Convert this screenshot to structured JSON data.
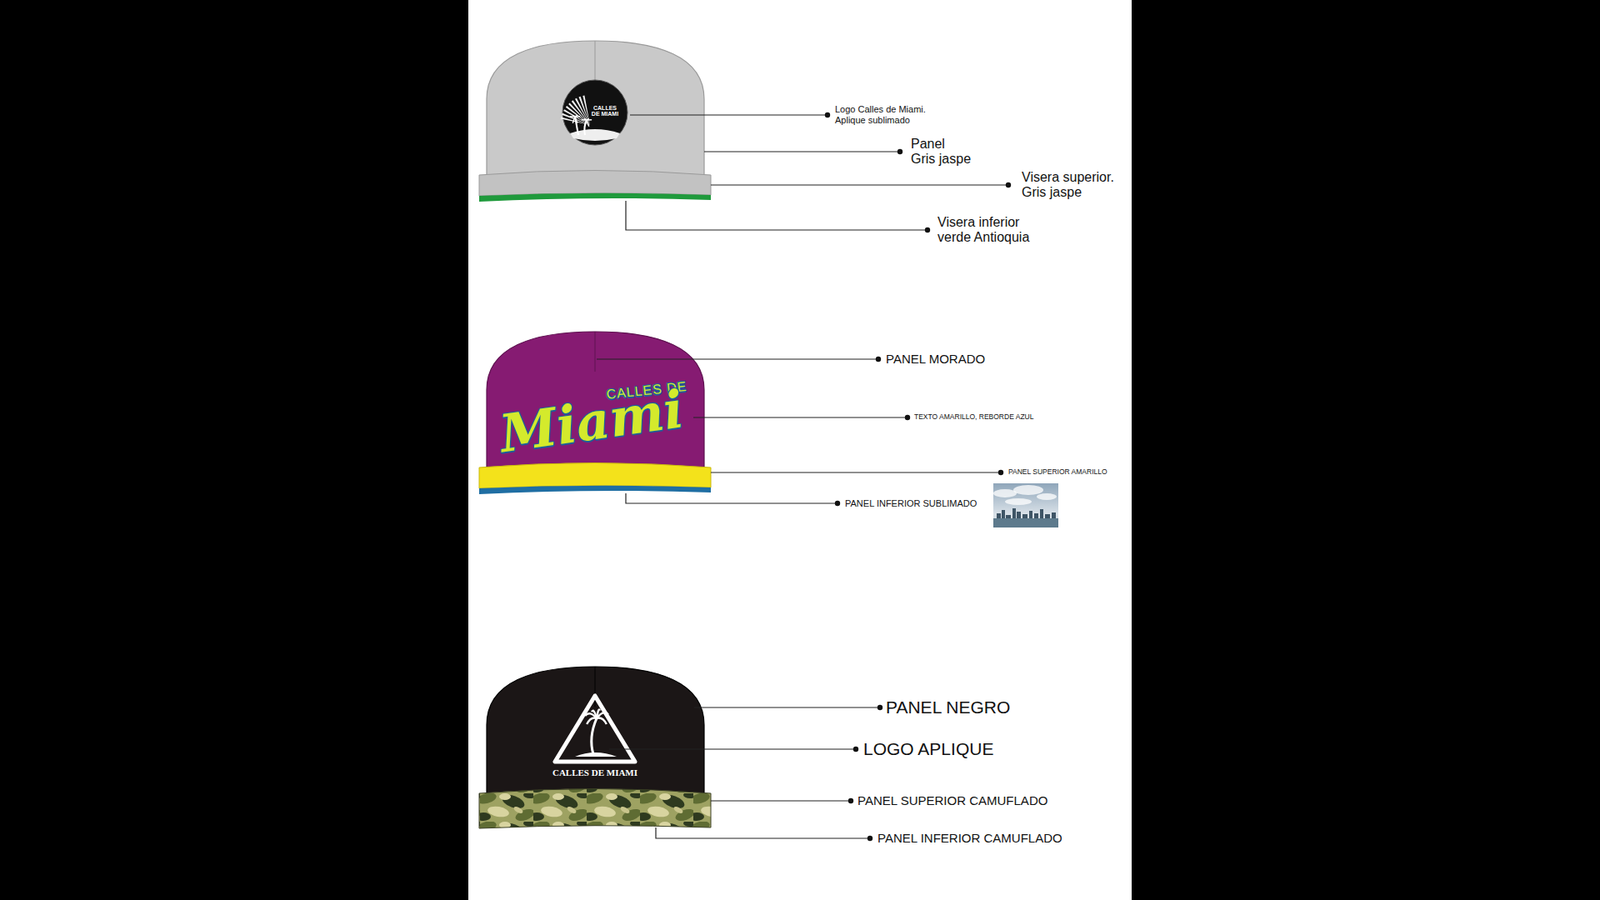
{
  "diagram": {
    "labels": [
      "CALLES DE MIAMI",
      "Logo Calles de Miami. Aplique sublimado",
      "Panel Gris jaspe",
      "Visera superior. Gris jaspe",
      "Visera inferior verde Antioquia",
      "PANEL MORADO",
      "CALLES DE",
      "Miami",
      "TEXTO AMARILLO, REBORDE AZUL",
      "PANEL SUPERIOR AMARILLO",
      "PANEL INFERIOR SUBLIMADO",
      "CALLES DE MIAMI",
      "PANEL NEGRO",
      "LOGO APLIQUE",
      "PANEL SUPERIOR CAMUFLADO",
      "PANEL INFERIOR CAMUFLADO"
    ]
  }
}
